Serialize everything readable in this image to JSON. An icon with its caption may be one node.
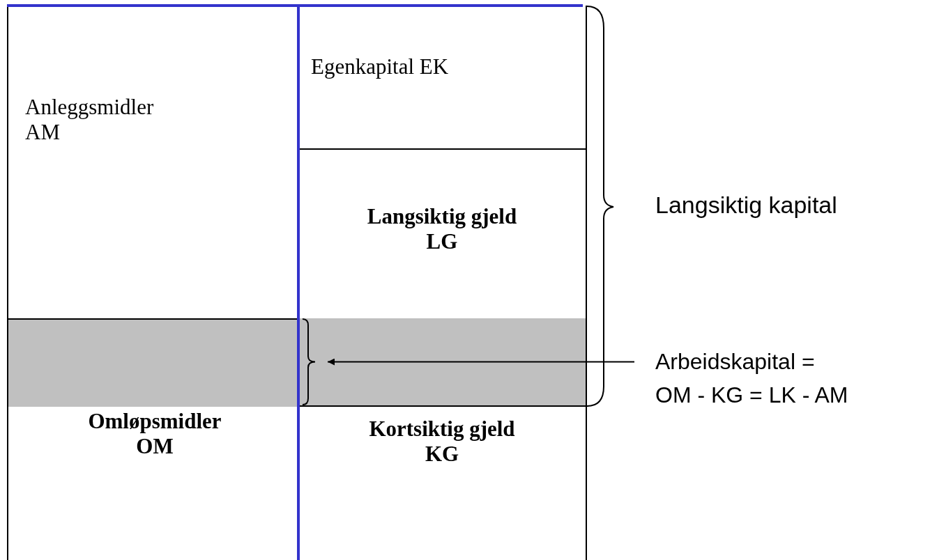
{
  "diagram": {
    "nodes": [
      {
        "text": [
          "Anleggsmidler AM"
        ]
      },
      {
        "text": [
          "Egenkapital EK"
        ]
      },
      {
        "text": [
          "Langsiktig gjeld LG"
        ]
      },
      {
        "text": [],
        "shape": "band"
      },
      {
        "text": [],
        "shape": "brace",
        "in": 3
      },
      {
        "text": [
          "Omløpsmidler OM"
        ]
      },
      {
        "text": [
          "Kortsiktig gjeld KG"
        ]
      },
      {
        "text": [
          "Arbeidskapital = OM - KG = LK - AM"
        ]
      }
    ],
    "edges": [
      {
        "from": 7,
        "to": 4,
        "arrow": "to"
      }
    ],
    "labels": [
      "Langsiktig kapital"
    ]
  }
}
